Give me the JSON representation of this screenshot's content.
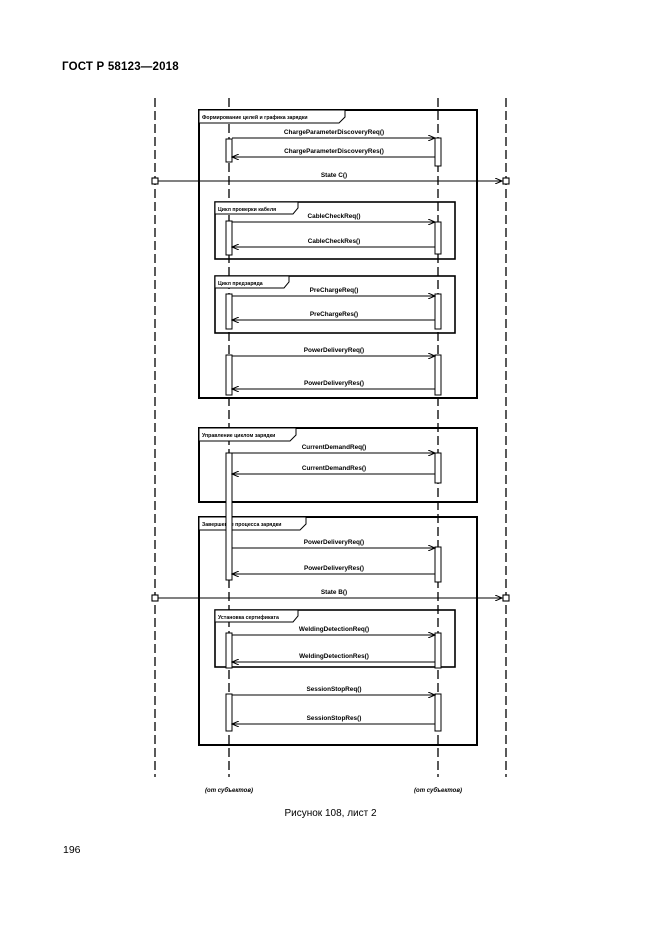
{
  "header": {
    "standard": "ГОСТ Р 58123—2018"
  },
  "caption": "Рисунок 108, лист 2",
  "page_number": "196",
  "lifelines": {
    "left_label": "(от субъектов)",
    "right_label": "(от субъектов)"
  },
  "frames": {
    "charge_parameter": "Формирование целей и графика зарядки",
    "cable_check": "Цикл проверки кабеля",
    "precharge": "Цикл предзаряда",
    "charging_loop": "Управление циклом зарядки",
    "charge_end": "Завершение процесса зарядки",
    "welding": "Установка сертификата"
  },
  "messages": {
    "charge_param_req": "ChargeParameterDiscoveryReq()",
    "charge_param_res": "ChargeParameterDiscoveryRes()",
    "state_c": "State C()",
    "cable_check_req": "CableCheckReq()",
    "cable_check_res": "CableCheckRes()",
    "precharge_req": "PreChargeReq()",
    "precharge_res": "PreChargeRes()",
    "power_delivery_req_1": "PowerDeliveryReq()",
    "power_delivery_res_1": "PowerDeliveryRes()",
    "current_demand_req": "CurrentDemandReq()",
    "current_demand_res": "CurrentDemandRes()",
    "power_delivery_req_2": "PowerDeliveryReq()",
    "power_delivery_res_2": "PowerDeliveryRes()",
    "state_b": "State B()",
    "welding_req": "WeldingDetectionReq()",
    "welding_res": "WeldingDetectionRes()",
    "session_stop_req": "SessionStopReq()",
    "session_stop_res": "SessionStopRes()"
  }
}
